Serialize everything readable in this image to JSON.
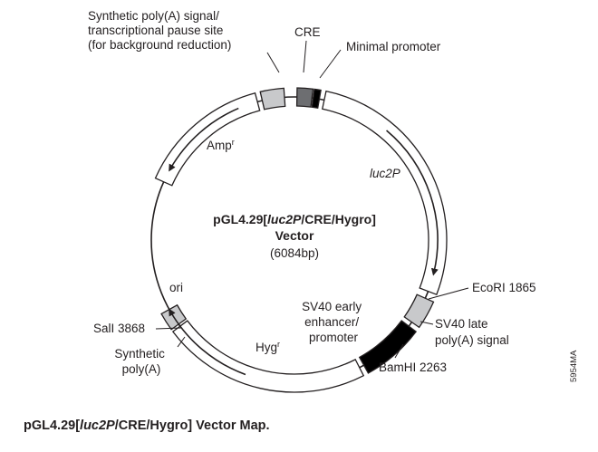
{
  "vector": {
    "name_prefix": "pGL4.29[",
    "name_italic": "luc2P",
    "name_suffix": "/CRE/Hygro]",
    "name_line2": "Vector",
    "size": "(6084bp)"
  },
  "features": {
    "synthetic_polya_pause": [
      "Synthetic poly(A) signal/",
      "transcriptional pause site",
      "(for background reduction)"
    ],
    "cre": "CRE",
    "minimal_promoter": "Minimal promoter",
    "ampr_base": "Amp",
    "ampr_sup": "r",
    "luc2p": "luc2P",
    "ecori": "EcoRI 1865",
    "sv40_late_polya": [
      "SV40 late",
      "poly(A) signal"
    ],
    "sv40_enhancer": [
      "SV40 early",
      "enhancer/",
      "promoter"
    ],
    "bamhi": "BamHI 2263",
    "hygr_base": "Hyg",
    "hygr_sup": "r",
    "sali": "SalI 3868",
    "synthetic_polya": [
      "Synthetic",
      "poly(A)"
    ],
    "ori": "ori"
  },
  "figure_code": "5954MA",
  "caption": {
    "prefix": "pGL4.29[",
    "italic": "luc2P",
    "suffix": "/CRE/Hygro] Vector Map."
  },
  "colors": {
    "ink": "#231f20",
    "light_gray": "#c8c9cb",
    "dark_gray": "#6d6e71",
    "black": "#000000"
  }
}
